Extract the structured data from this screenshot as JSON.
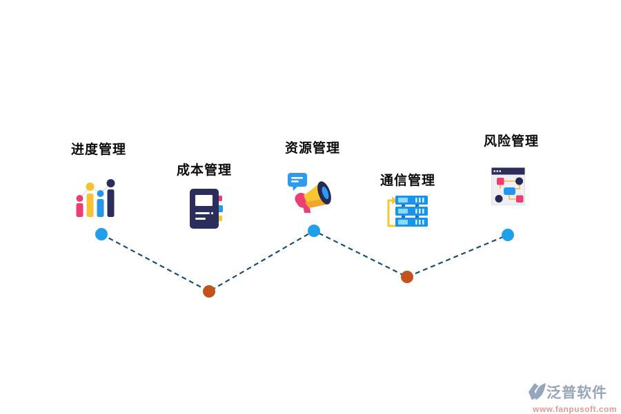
{
  "page": {
    "background": "#ffffff"
  },
  "nodes": [
    {
      "label": "进度管理",
      "icon": "bar-chart-icon",
      "dot_color": "#1FA0E8"
    },
    {
      "label": "成本管理",
      "icon": "notebook-icon",
      "dot_color": "#C2531D"
    },
    {
      "label": "资源管理",
      "icon": "megaphone-icon",
      "dot_color": "#1FA0E8"
    },
    {
      "label": "通信管理",
      "icon": "server-stack-icon",
      "dot_color": "#C2531D"
    },
    {
      "label": "风险管理",
      "icon": "flowchart-window-icon",
      "dot_color": "#1FA0E8"
    }
  ],
  "connector": {
    "color": "#1B4F72",
    "style": "dashed"
  },
  "palette": {
    "pink": "#EC3E72",
    "yellow": "#F7C331",
    "navy": "#2B2E5B",
    "blue": "#2596EC",
    "light_blue": "#8FD9F7",
    "label_color": "#0b0b0b"
  },
  "watermark": {
    "brand": "泛普软件",
    "url": "www.fanpusoft.com",
    "brand_color": "#97A5BB",
    "url_color": "#DE9B93"
  }
}
